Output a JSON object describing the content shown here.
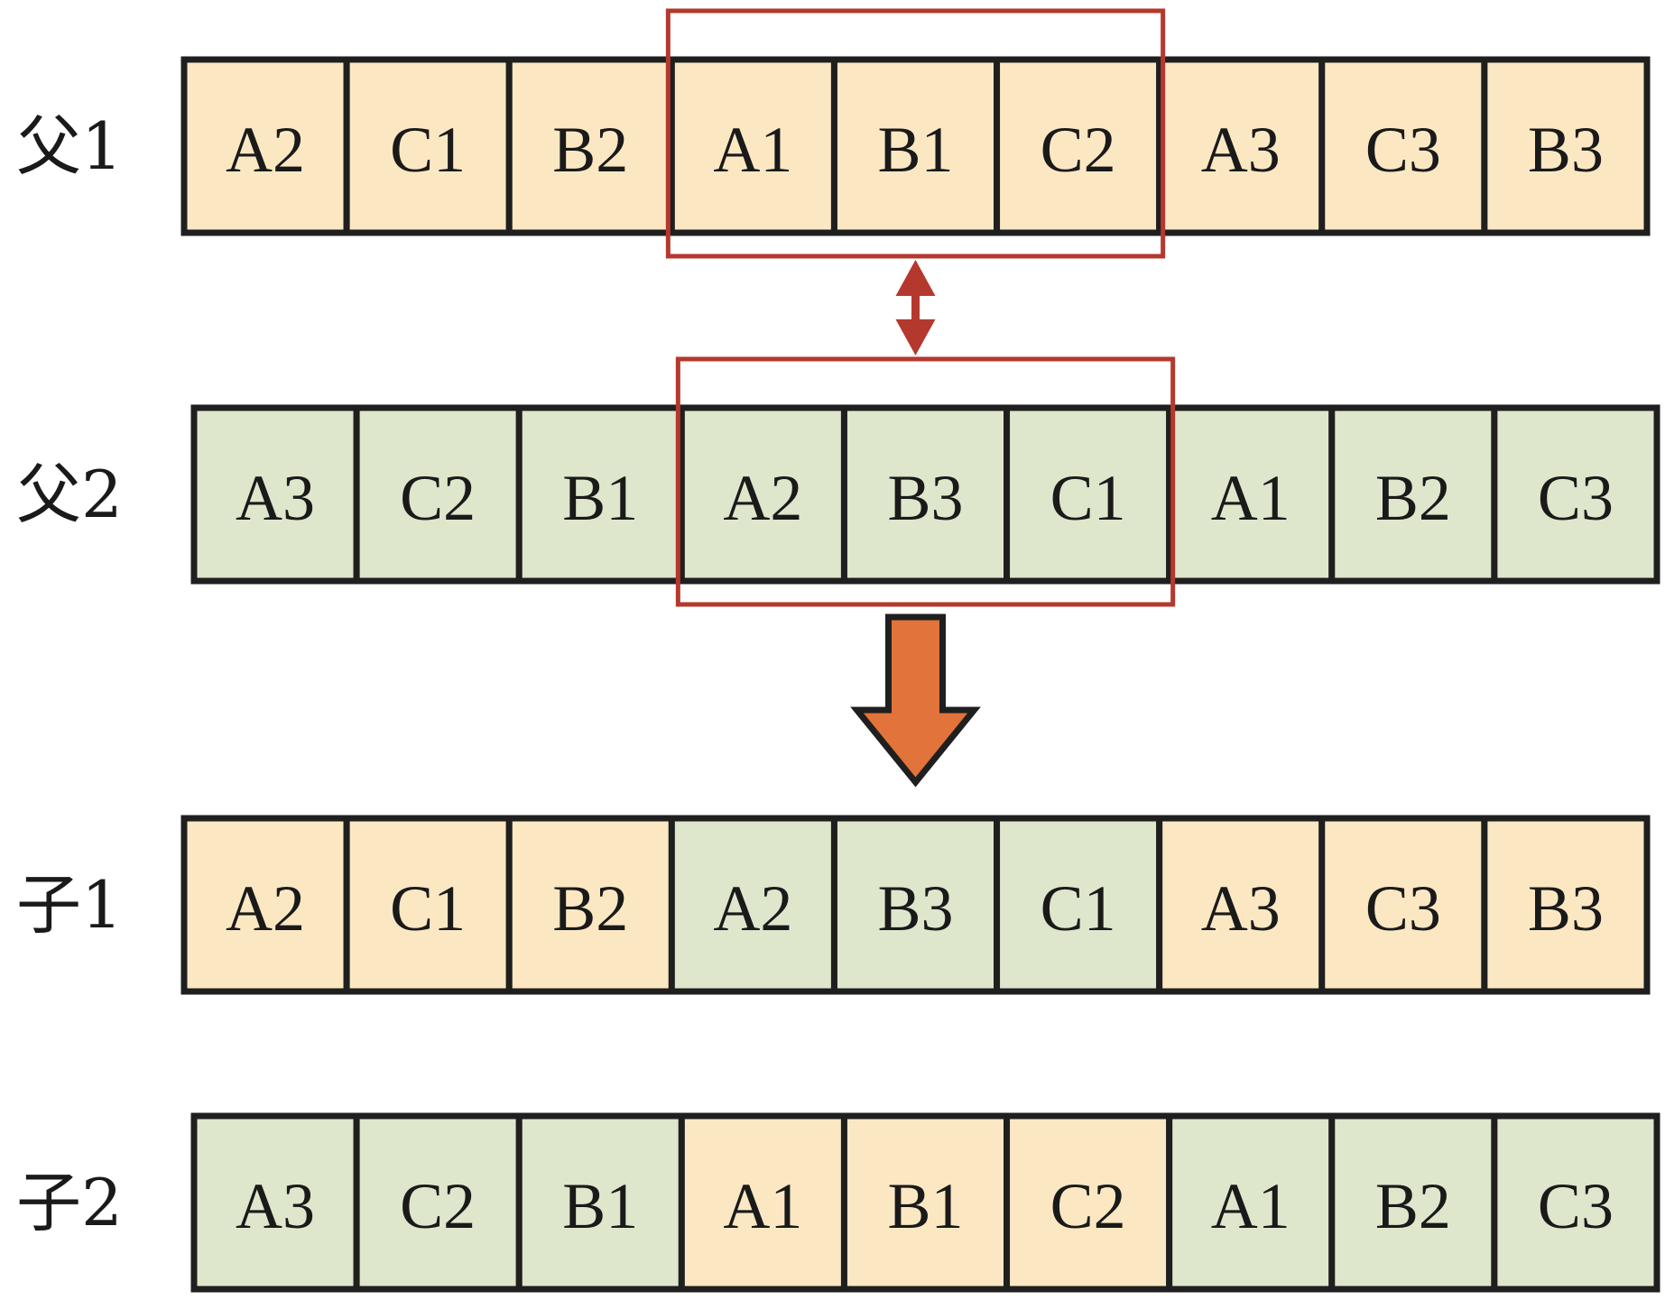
{
  "colors": {
    "parent1_fill": "#fbe8c3",
    "parent2_fill": "#dee6cc",
    "cell_border": "#1f1f1f",
    "highlight_border": "#b5382e",
    "swap_arrow": "#b5382e",
    "down_arrow_fill": "#e2733a",
    "text": "#1a1a1a"
  },
  "icons": {
    "swap": "double-arrow-vertical-icon",
    "result": "down-arrow-icon"
  },
  "rows": [
    {
      "id": "parent1",
      "label": "父1",
      "cells": [
        {
          "text": "A2",
          "source": "parent1"
        },
        {
          "text": "C1",
          "source": "parent1"
        },
        {
          "text": "B2",
          "source": "parent1"
        },
        {
          "text": "A1",
          "source": "parent1"
        },
        {
          "text": "B1",
          "source": "parent1"
        },
        {
          "text": "C2",
          "source": "parent1"
        },
        {
          "text": "A3",
          "source": "parent1"
        },
        {
          "text": "C3",
          "source": "parent1"
        },
        {
          "text": "B3",
          "source": "parent1"
        }
      ]
    },
    {
      "id": "parent2",
      "label": "父2",
      "cells": [
        {
          "text": "A3",
          "source": "parent2"
        },
        {
          "text": "C2",
          "source": "parent2"
        },
        {
          "text": "B1",
          "source": "parent2"
        },
        {
          "text": "A2",
          "source": "parent2"
        },
        {
          "text": "B3",
          "source": "parent2"
        },
        {
          "text": "C1",
          "source": "parent2"
        },
        {
          "text": "A1",
          "source": "parent2"
        },
        {
          "text": "B2",
          "source": "parent2"
        },
        {
          "text": "C3",
          "source": "parent2"
        }
      ]
    },
    {
      "id": "child1",
      "label": "子1",
      "cells": [
        {
          "text": "A2",
          "source": "parent1"
        },
        {
          "text": "C1",
          "source": "parent1"
        },
        {
          "text": "B2",
          "source": "parent1"
        },
        {
          "text": "A2",
          "source": "parent2"
        },
        {
          "text": "B3",
          "source": "parent2"
        },
        {
          "text": "C1",
          "source": "parent2"
        },
        {
          "text": "A3",
          "source": "parent1"
        },
        {
          "text": "C3",
          "source": "parent1"
        },
        {
          "text": "B3",
          "source": "parent1"
        }
      ]
    },
    {
      "id": "child2",
      "label": "子2",
      "cells": [
        {
          "text": "A3",
          "source": "parent2"
        },
        {
          "text": "C2",
          "source": "parent2"
        },
        {
          "text": "B1",
          "source": "parent2"
        },
        {
          "text": "A1",
          "source": "parent1"
        },
        {
          "text": "B1",
          "source": "parent1"
        },
        {
          "text": "C2",
          "source": "parent1"
        },
        {
          "text": "A1",
          "source": "parent2"
        },
        {
          "text": "B2",
          "source": "parent2"
        },
        {
          "text": "C3",
          "source": "parent2"
        }
      ]
    }
  ],
  "crossover_segment": {
    "start_index": 3,
    "end_index": 5
  }
}
